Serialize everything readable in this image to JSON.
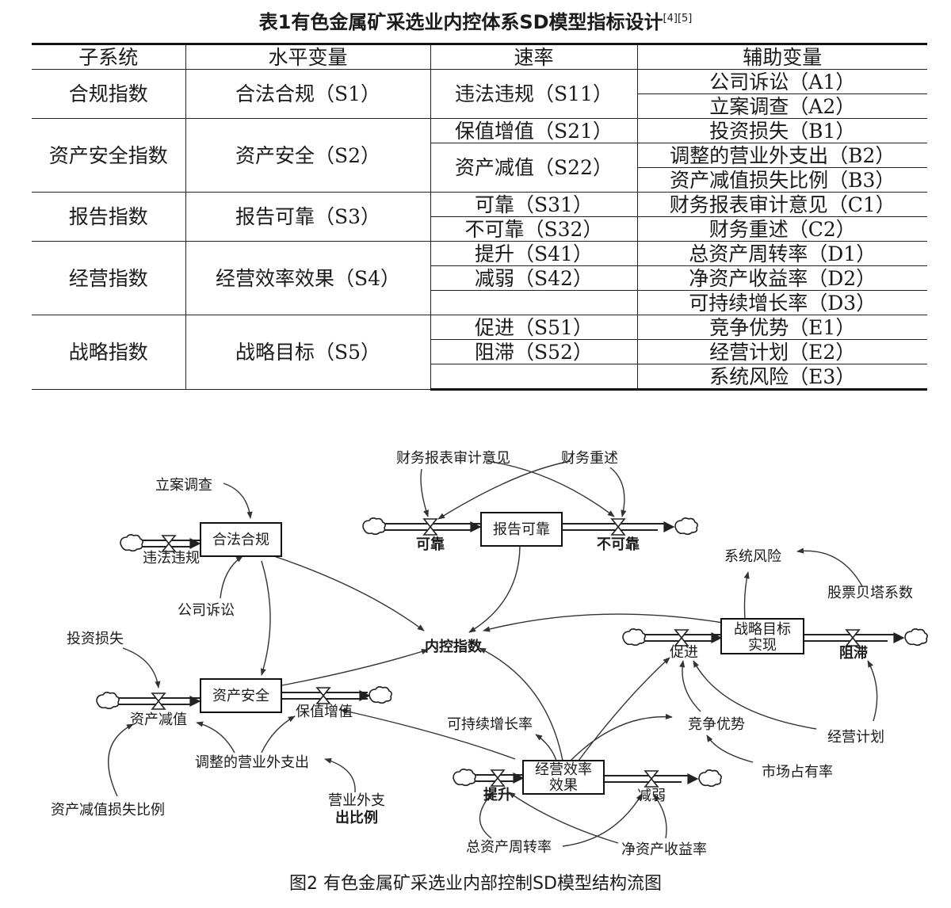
{
  "table": {
    "title": "表1有色金属矿采选业内控体系SD模型指标设计",
    "refs": "[4][5]",
    "headers": [
      "子系统",
      "水平变量",
      "速率",
      "辅助变量"
    ],
    "groups": [
      {
        "subsystem": "合规指数",
        "level": "合法合规（S1）",
        "rates": [
          "违法违规（S11）"
        ],
        "aux": [
          "公司诉讼（A1）",
          "立案调查（A2）"
        ]
      },
      {
        "subsystem": "资产安全指数",
        "level": "资产安全（S2）",
        "rates": [
          "保值增值（S21）",
          "资产减值（S22）"
        ],
        "aux": [
          "投资损失（B1）",
          "调整的营业外支出（B2）",
          "资产减值损失比例（B3）"
        ]
      },
      {
        "subsystem": "报告指数",
        "level": "报告可靠（S3）",
        "rates": [
          "可靠（S31）",
          "不可靠（S32）"
        ],
        "aux": [
          "财务报表审计意见（C1）",
          "财务重述（C2）"
        ]
      },
      {
        "subsystem": "经营指数",
        "level": "经营效率效果（S4）",
        "rates": [
          "提升（S41）",
          "减弱（S42）",
          ""
        ],
        "aux": [
          "总资产周转率（D1）",
          "净资产收益率（D2）",
          "可持续增长率（D3）"
        ]
      },
      {
        "subsystem": "战略指数",
        "level": "战略目标（S5）",
        "rates": [
          "促进（S51）",
          "阻滞（S52）",
          ""
        ],
        "aux": [
          "竞争优势（E1）",
          "经营计划（E2）",
          "系统风险（E3）"
        ]
      }
    ]
  },
  "diagram": {
    "stocks": {
      "s1": "合法合规",
      "s2": "资产安全",
      "s3": "报告可靠",
      "s4a": "经营效率",
      "s4b": "效果",
      "s5a": "战略目标",
      "s5b": "实现"
    },
    "center": "内控指数",
    "rates": {
      "weifa": "违法违规",
      "jianzhi": "资产减值",
      "baozhi": "保值增值",
      "kekao": "可靠",
      "bukekao": "不可靠",
      "tisheng": "提升",
      "jianruo": "减弱",
      "cujin": "促进",
      "zuzhi": "阻滞"
    },
    "aux": {
      "lian": "立案调查",
      "susong": "公司诉讼",
      "touzi": "投资损失",
      "tiaozheng": "调整的营业外支出",
      "jianzhibili": "资产减值损失比例",
      "yingye1": "营业外支",
      "yingye2": "出比例",
      "shenji": "财务报表审计意见",
      "chongshu": "财务重述",
      "fengxian": "系统风险",
      "beita": "股票贝塔系数",
      "kechixu": "可持续增长率",
      "jingzheng": "竞争优势",
      "jihua": "经营计划",
      "zhanyou": "市场占有率",
      "zhouzhuan": "总资产周转率",
      "shouyi": "净资产收益率"
    },
    "caption": "图2 有色金属矿采选业内部控制SD模型结构流图"
  }
}
